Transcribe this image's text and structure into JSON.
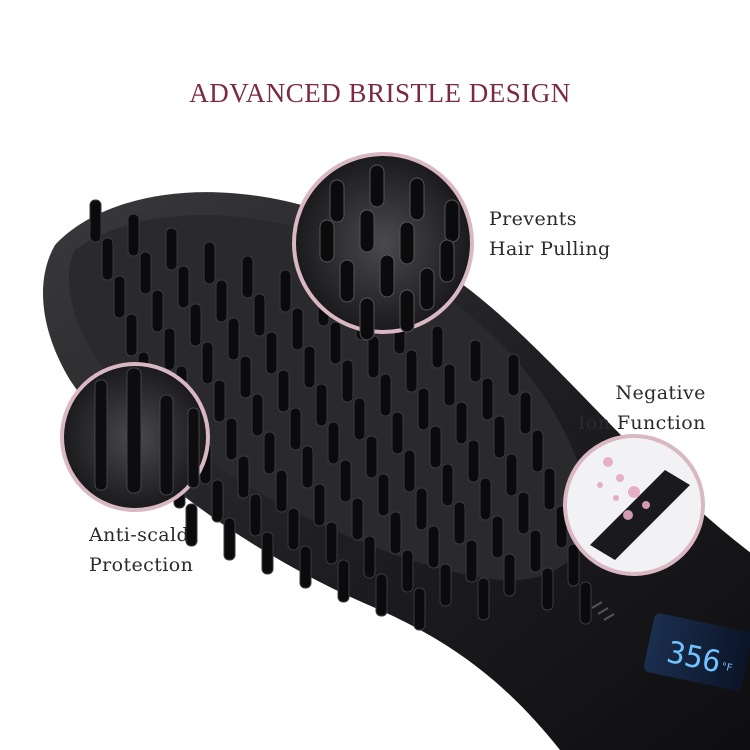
{
  "title": "ADVANCED BRISTLE DESIGN",
  "callouts": [
    {
      "line1": "Prevents",
      "line2": "Hair Pulling"
    },
    {
      "line1": "Negative",
      "line2": "Ion Function"
    },
    {
      "line1": "Anti-scald",
      "line2": "Protection"
    }
  ],
  "display": {
    "reading": "356",
    "unit": "°F"
  },
  "colors": {
    "title": "#7b2a3f",
    "ring": "#d9b8c4",
    "brush": "#1c1c1e",
    "lcd": "#3aa7ff"
  }
}
